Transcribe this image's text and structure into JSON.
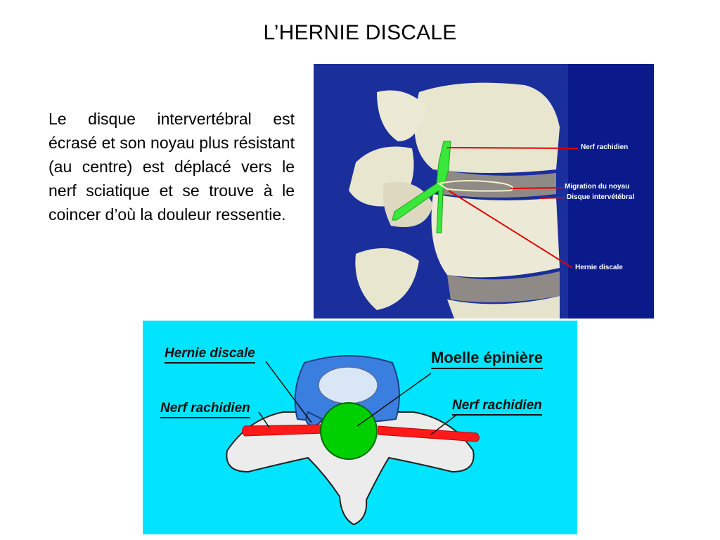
{
  "title": "L’HERNIE DISCALE",
  "text": "Le disque intervertébral est écrasé et son noyau plus résistant (au centre) est déplacé vers le nerf sciatique et se trouve à le coincer d’où la douleur ressentie.",
  "photo": {
    "labels": {
      "nerf": "Nerf rachidien",
      "migration": "Migration du noyau",
      "disque": "Disque intervétébral",
      "hernie": "Hernie discale"
    },
    "colors": {
      "background": "#1a2f9c",
      "panel": "#0a1a8a",
      "arrow": "#e00000",
      "nerve": "#39e83a"
    }
  },
  "diagram": {
    "labels": {
      "hernie": "Hernie discale",
      "moelle": "Moelle épinière",
      "nerf_left": "Nerf rachidien",
      "nerf_right": "Nerf rachidien"
    },
    "colors": {
      "background": "#00e4ff",
      "disc": "#3a7fe0",
      "cord": "#00d000",
      "nerve": "#ff1a1a",
      "bone": "#ececec"
    }
  }
}
